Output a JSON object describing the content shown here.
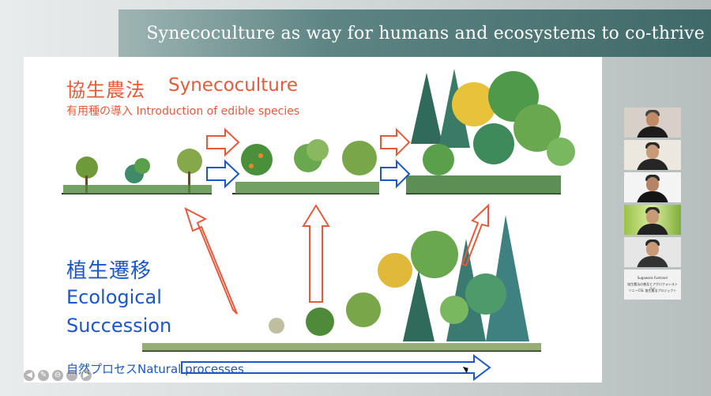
{
  "header": {
    "title": "Synecoculture as way for humans and ecosystems to co-thrive"
  },
  "slide": {
    "jp_title": "協生農法",
    "en_title": "Synecoculture",
    "subtitle": "有用種の導入 Introduction of edible species",
    "eco_jp": "植生遷移",
    "eco_en_line1": "Ecological",
    "eco_en_line2": "Succession",
    "natural": "自然プロセスNatural processes",
    "colors": {
      "synecoculture": "#e65a3c",
      "succession": "#1c57c8"
    }
  },
  "toolbar": {
    "items": [
      {
        "icon": "arrow-left-icon",
        "glyph": "◀"
      },
      {
        "icon": "pen-icon",
        "glyph": "✎"
      },
      {
        "icon": "zoom-icon",
        "glyph": "⊖"
      },
      {
        "icon": "more-icon",
        "glyph": "⋯"
      },
      {
        "icon": "arrow-right-icon",
        "glyph": "▶"
      }
    ]
  },
  "participants": {
    "card_lines": [
      "Sugawara Fuminori",
      "協生農法の普及とアグロフォレストリー",
      "ソニーCSL 協生農法プロジェクト"
    ]
  }
}
